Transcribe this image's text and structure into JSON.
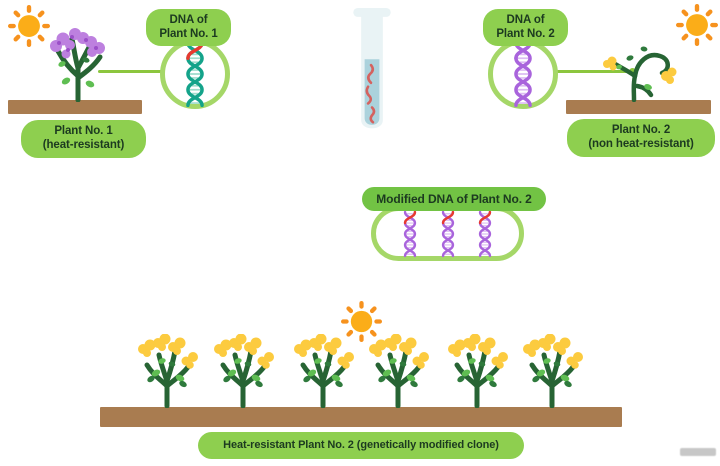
{
  "scenes": {
    "plant1": {
      "dna_label": [
        "DNA of",
        "Plant No. 1"
      ],
      "plant_label": [
        "Plant No. 1",
        "(heat-resistant)"
      ]
    },
    "plant2": {
      "dna_label": [
        "DNA of",
        "Plant No. 2"
      ],
      "plant_label": [
        "Plant No. 2",
        "(non heat-resistant)"
      ]
    },
    "middle": {
      "modified_label": "Modified DNA of Plant No. 2",
      "helix_count": 3
    },
    "bottom": {
      "label": "Heat-resistant Plant No. 2 (genetically modified clone)",
      "plant_count": 6
    }
  },
  "icons": {
    "sun": "sun with 8 rays (appears 3 times)",
    "purple_flower_plant": "upright plant with purple blossoms",
    "wilted_plant": "drooping plant with yellow blossoms",
    "yellow_flower_plant": "upright plant with yellow blossoms (6 clones)",
    "dna_helix_teal_red": "teal double helix with red gene segment",
    "dna_helix_purple": "purple double helix",
    "dna_helix_purple_red": "purple double helix with inserted red gene (3 copies)",
    "test_tube": "test tube with liquid and red DNA fragments",
    "soil_bar": "brown soil strip",
    "connector_line": "green line linking plant to its DNA"
  },
  "colors": {
    "background": "#FFFFFF",
    "pill_green": "#8ECF4F",
    "pill_green_dark": "#72C344",
    "label_text": "#1C3A20",
    "ring_green": "#A5D768",
    "line_green": "#8CC63E",
    "soil_brown": "#A97C50",
    "sun_body": "#FBAD18",
    "sun_ray": "#F6921E",
    "stem_green": "#276434",
    "leaf_dark": "#2F7A3D",
    "leaf_light": "#5FBE52",
    "flower_yellow": "#FCCB3F",
    "flower_purple": "#BD80DF",
    "flower_purple_dark": "#9B4FC8",
    "dna_teal": "#14A38A",
    "dna_teal_rung": "#9FDCCB",
    "dna_purple": "#A964DC",
    "dna_purple_rung": "#DCBCF2",
    "dna_red": "#E8392F",
    "tube_glass": "#E9F3F5",
    "tube_liquid": "#ABD2DC",
    "tube_fragment": "#D4625F",
    "watermark_gray": "#9A9A9A"
  }
}
